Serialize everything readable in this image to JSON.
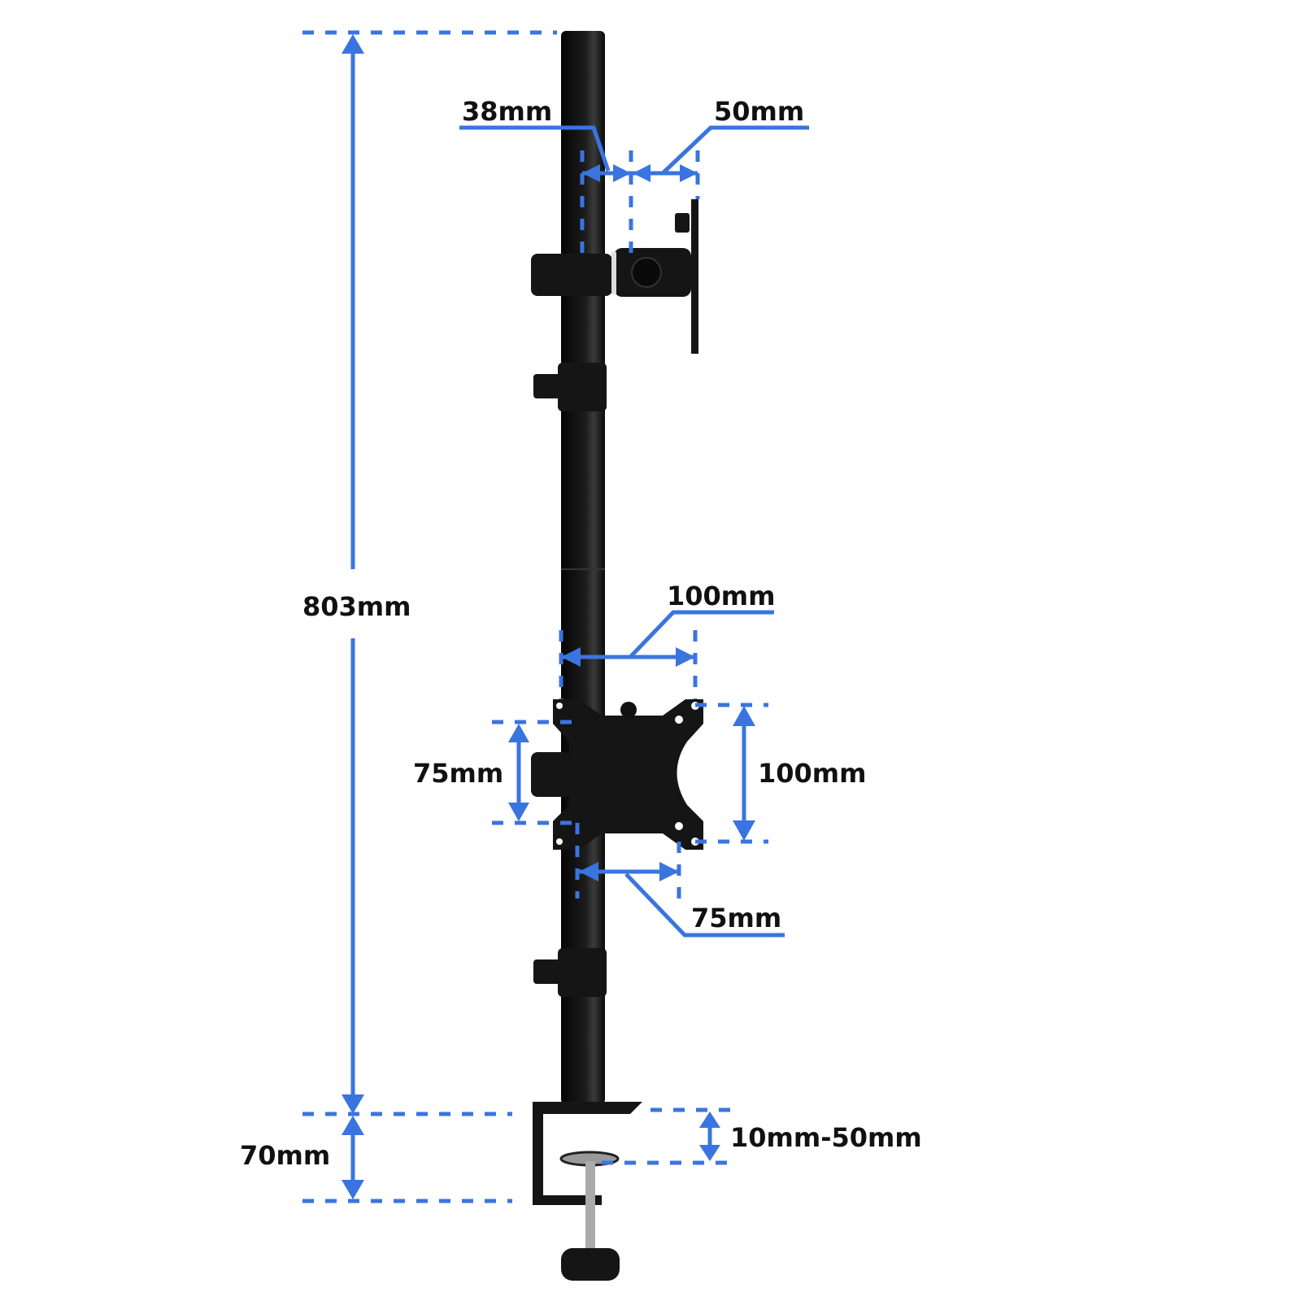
{
  "labels": {
    "total_height": "803mm",
    "pole_diameter": "38mm",
    "arm_offset": "50mm",
    "mount_offset": "100mm",
    "vesa_vertical_75": "75mm",
    "vesa_vertical_100": "100mm",
    "vesa_horizontal_75": "75mm",
    "clamp_height": "70mm",
    "desk_thickness": "10mm-50mm"
  },
  "colors": {
    "dimension_lines": "#3a74e0",
    "product": "#151515",
    "label_text": "#111111"
  }
}
